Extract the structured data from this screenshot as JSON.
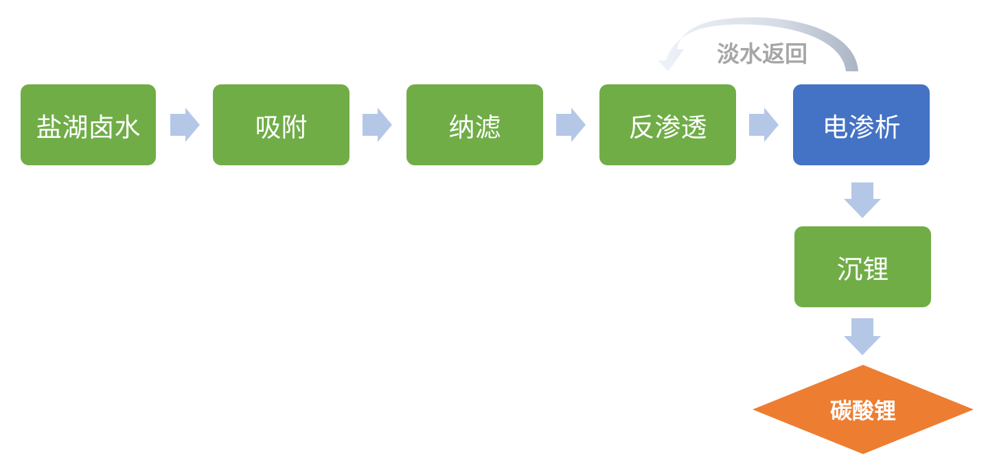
{
  "diagram": {
    "steps": [
      {
        "id": "brine",
        "label": "盐湖卤水"
      },
      {
        "id": "adsorption",
        "label": "吸附"
      },
      {
        "id": "nanofiltration",
        "label": "纳滤"
      },
      {
        "id": "reverse-osmosis",
        "label": "反渗透"
      },
      {
        "id": "electrodialysis",
        "label": "电渗析"
      },
      {
        "id": "lithium-precipitation",
        "label": "沉锂"
      }
    ],
    "product": {
      "label": "碳酸锂"
    },
    "loop": {
      "label": "淡水返回",
      "from": "electrodialysis",
      "to": "reverse-osmosis"
    },
    "colors": {
      "step": "#70ad47",
      "highlight": "#4472c4",
      "product": "#ed7d31",
      "arrow": "#b4c7e7",
      "loop_arrow": "#d6dce5",
      "loop_text": "#a6a6a6"
    }
  }
}
